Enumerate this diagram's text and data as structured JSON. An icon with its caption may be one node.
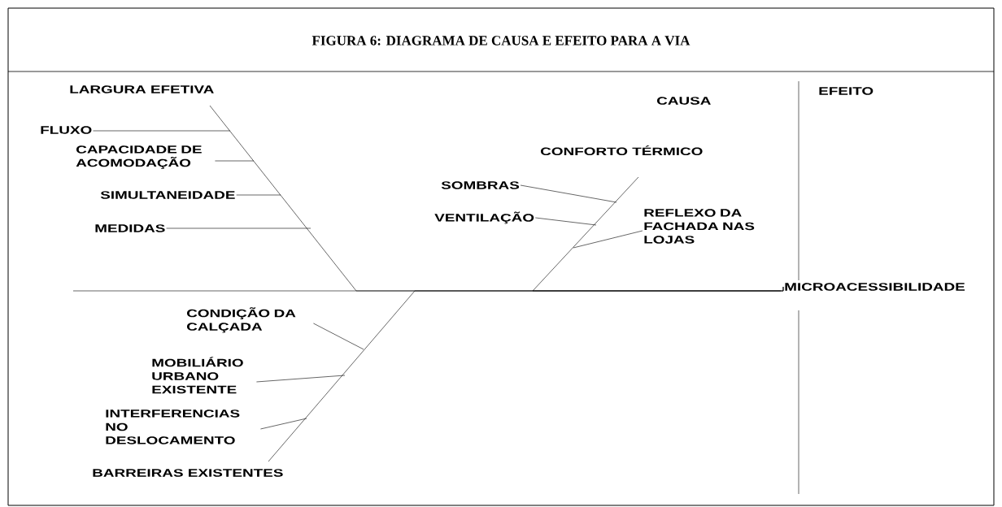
{
  "diagram": {
    "title": "FIGURA 6: DIAGRAMA DE CAUSA E EFEITO PARA A VIA",
    "nodes": [
      {
        "text": [
          "LARGURA EFETIVA"
        ]
      },
      {
        "text": [
          "FLUXO"
        ]
      },
      {
        "text": [
          "CAPACIDADE DE ACOMODAÇÃO"
        ]
      },
      {
        "text": [
          "SIMULTANEIDADE"
        ]
      },
      {
        "text": [
          "MEDIDAS"
        ]
      },
      {
        "text": [
          "CONFORTO TÉRMICO"
        ]
      },
      {
        "text": [
          "SOMBRAS"
        ]
      },
      {
        "text": [
          "VENTILAÇÃO"
        ]
      },
      {
        "text": [
          "REFLEXO DA FACHADA NAS LOJAS"
        ]
      },
      {
        "text": [
          "CONDIÇÃO DA CALÇADA"
        ]
      },
      {
        "text": [
          "MOBILIÁRIO URBANO EXISTENTE"
        ]
      },
      {
        "text": [
          "INTERFERENCIAS NO DESLOCAMENTO"
        ]
      },
      {
        "text": [
          "BARREIRAS EXISTENTES"
        ]
      },
      {
        "text": [
          "MICROACESSIBILIDADE"
        ]
      }
    ],
    "edges": [
      {
        "from": 0,
        "to": 13,
        "arrow": "none"
      },
      {
        "from": 5,
        "to": 13,
        "arrow": "none"
      },
      {
        "from": 12,
        "to": 13,
        "arrow": "none"
      },
      {
        "from": 1,
        "to": null,
        "arrow": "none"
      },
      {
        "from": 2,
        "to": null,
        "arrow": "none"
      },
      {
        "from": 3,
        "to": null,
        "arrow": "none"
      },
      {
        "from": 4,
        "to": null,
        "arrow": "none"
      },
      {
        "from": 6,
        "to": null,
        "arrow": "none"
      },
      {
        "from": 7,
        "to": null,
        "arrow": "none"
      },
      {
        "from": 8,
        "to": null,
        "arrow": "none"
      },
      {
        "from": 9,
        "to": null,
        "arrow": "none"
      },
      {
        "from": 10,
        "to": null,
        "arrow": "none"
      },
      {
        "from": 11,
        "to": null,
        "arrow": "none"
      }
    ],
    "labels": [
      "CAUSA",
      "EFEITO"
    ]
  }
}
